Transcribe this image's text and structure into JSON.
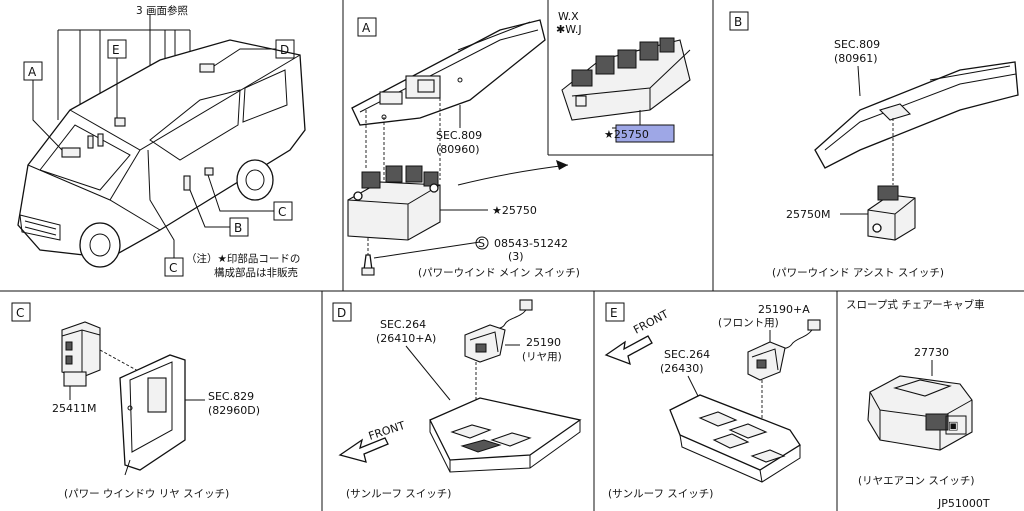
{
  "overview": {
    "header": "3 画面参照",
    "callouts": [
      "A",
      "E",
      "D",
      "B",
      "C",
      "C"
    ],
    "note_line1": "（注）★印部品コードの",
    "note_line2": "構成部品は非販売"
  },
  "panel_a": {
    "letter": "A",
    "variant_line1": "W.X",
    "variant_line2": "✱W.J",
    "highlight_part": "★25750",
    "sec_line1": "SEC.809",
    "sec_line2": "(80960)",
    "part_switch": "★25750",
    "screw_symbol": "S",
    "screw_part": "08543-51242",
    "screw_qty": "(3)",
    "caption": "(パワーウインド メイン スイッチ)"
  },
  "panel_b": {
    "letter": "B",
    "sec_line1": "SEC.809",
    "sec_line2": "(80961)",
    "part": "25750M",
    "caption": "(パワーウインド アシスト スイッチ)"
  },
  "panel_c": {
    "letter": "C",
    "part": "25411M",
    "sec_line1": "SEC.829",
    "sec_line2": "(82960D)",
    "caption": "(パワー ウインドウ リヤ スイッチ)"
  },
  "panel_d": {
    "letter": "D",
    "sec_line1": "SEC.264",
    "sec_line2": "(26410+A)",
    "part_line1": "25190",
    "part_line2": "(リヤ用)",
    "front": "FRONT",
    "caption": "(サンルーフ スイッチ)"
  },
  "panel_e": {
    "letter": "E",
    "sec_line1": "SEC.264",
    "sec_line2": "(26430)",
    "part_line1": "25190+A",
    "part_line2": "(フロント用)",
    "front": "FRONT",
    "caption": "(サンルーフ スイッチ)"
  },
  "panel_f": {
    "header": "スロープ式 チェアーキャブ車",
    "part": "27730",
    "caption": "(リヤエアコン スイッチ)"
  },
  "drawing_code": "JP51000T",
  "colors": {
    "highlight": "#9ea7e6",
    "line": "#111111"
  }
}
